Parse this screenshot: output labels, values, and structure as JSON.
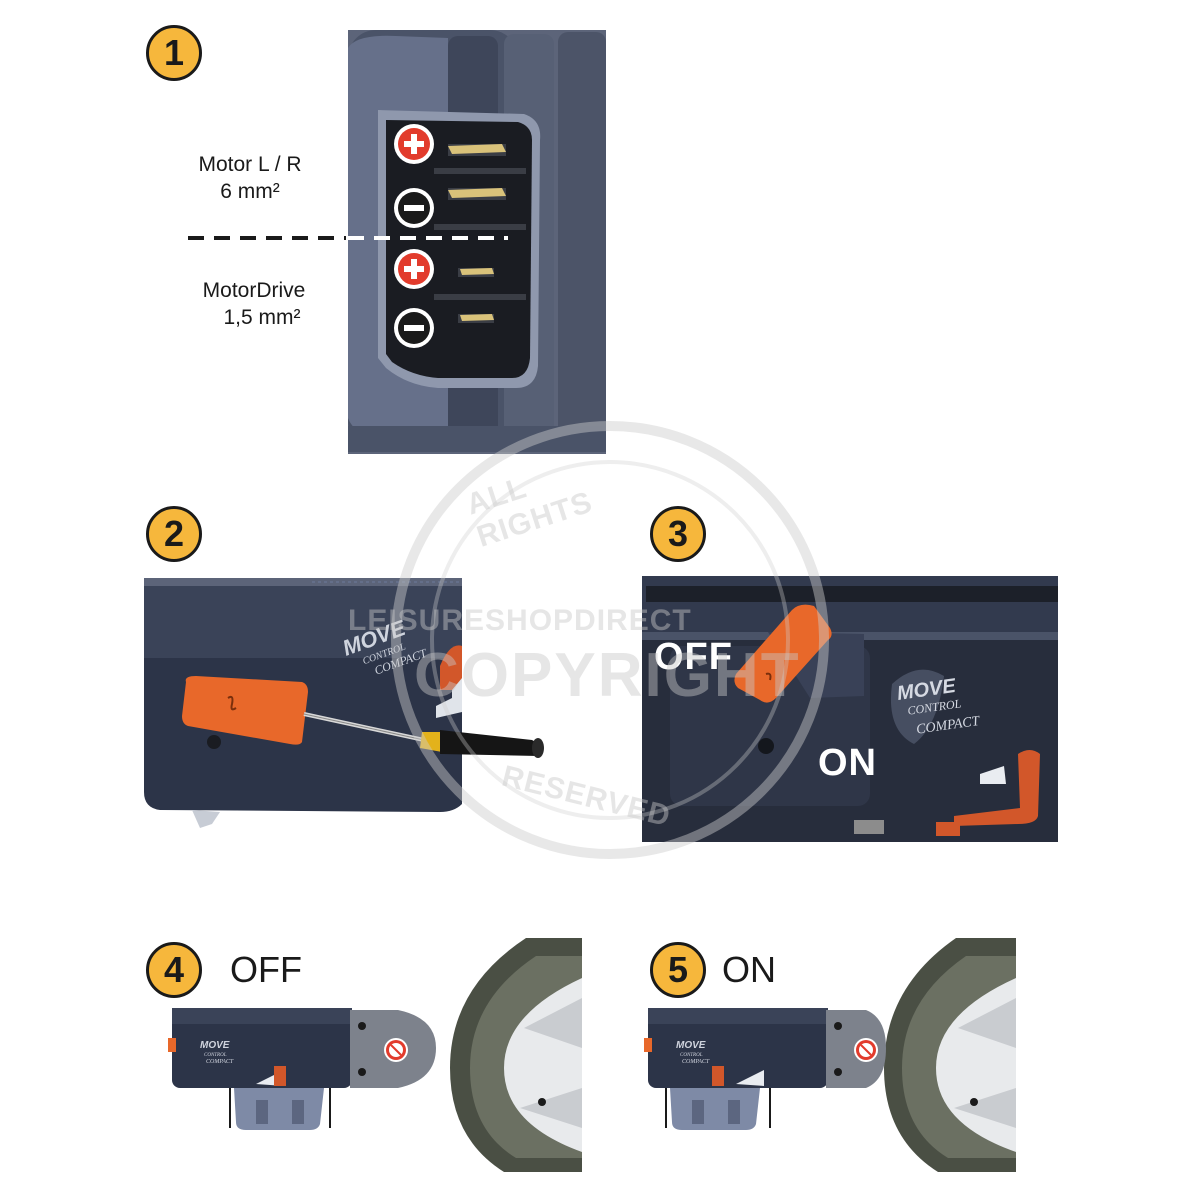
{
  "steps": [
    {
      "number": "1"
    },
    {
      "number": "2"
    },
    {
      "number": "3"
    },
    {
      "number": "4",
      "state": "OFF"
    },
    {
      "number": "5",
      "state": "ON"
    }
  ],
  "panel1": {
    "motor_label": "Motor L / R",
    "motor_size": "6 mm²",
    "drive_label": "MotorDrive",
    "drive_size": "1,5 mm²",
    "terminals": [
      "+",
      "−",
      "+",
      "−"
    ]
  },
  "panel3": {
    "off_label": "OFF",
    "on_label": "ON"
  },
  "logo": {
    "line1": "MOVE",
    "line2": "CONTROL",
    "line3": "COMPACT"
  },
  "watermark": {
    "top": "ALL RIGHTS",
    "middle": "LEISURESHOPDIRECT",
    "main": "COPYRIGHT",
    "bottom": "RESERVED"
  },
  "colors": {
    "badge": "#f6b73c",
    "housing": "#2c3448",
    "lever": "#e8682a",
    "plus": "#e23b2c"
  }
}
